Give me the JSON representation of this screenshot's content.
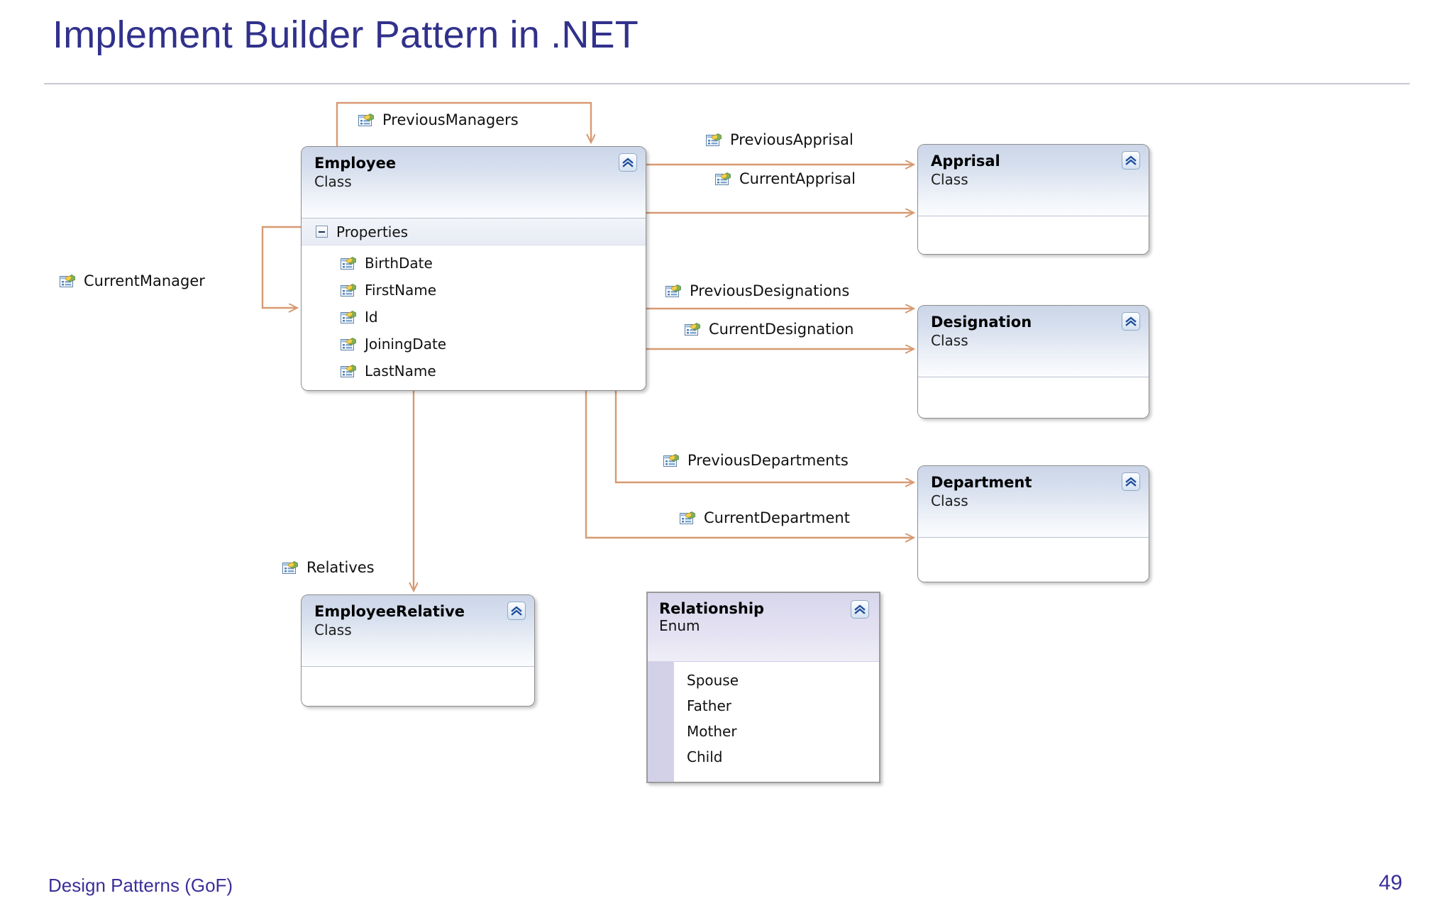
{
  "slide": {
    "title": "Implement Builder Pattern in .NET",
    "footer_text": "Design Patterns (GoF)",
    "slide_number": "49",
    "title_color": "#31318c",
    "footer_color": "#3b2f99",
    "connector_color": "#d79a72",
    "background": "#ffffff"
  },
  "classes": {
    "employee": {
      "name": "Employee",
      "kind": "Class",
      "section_label": "Properties",
      "members": [
        {
          "name": "BirthDate",
          "icon": "property-icon"
        },
        {
          "name": "FirstName",
          "icon": "property-icon"
        },
        {
          "name": "Id",
          "icon": "property-icon"
        },
        {
          "name": "JoiningDate",
          "icon": "property-icon"
        },
        {
          "name": "LastName",
          "icon": "property-icon"
        }
      ]
    },
    "apprisal": {
      "name": "Apprisal",
      "kind": "Class"
    },
    "designation": {
      "name": "Designation",
      "kind": "Class"
    },
    "department": {
      "name": "Department",
      "kind": "Class"
    },
    "emprelative": {
      "name": "EmployeeRelative",
      "kind": "Class"
    },
    "relationship": {
      "name": "Relationship",
      "kind": "Enum",
      "items": [
        "Spouse",
        "Father",
        "Mother",
        "Child"
      ]
    }
  },
  "associations": [
    {
      "id": "previous-managers",
      "label": "PreviousManagers",
      "icon": "property-icon"
    },
    {
      "id": "previous-apprisal",
      "label": "PreviousApprisal",
      "icon": "property-icon"
    },
    {
      "id": "current-apprisal",
      "label": "CurrentApprisal",
      "icon": "property-icon"
    },
    {
      "id": "current-manager",
      "label": "CurrentManager",
      "icon": "property-icon"
    },
    {
      "id": "previous-designations",
      "label": "PreviousDesignations",
      "icon": "property-icon"
    },
    {
      "id": "current-designation",
      "label": "CurrentDesignation",
      "icon": "property-icon"
    },
    {
      "id": "previous-departments",
      "label": "PreviousDepartments",
      "icon": "property-icon"
    },
    {
      "id": "current-department",
      "label": "CurrentDepartment",
      "icon": "property-icon"
    },
    {
      "id": "relatives",
      "label": "Relatives",
      "icon": "property-icon"
    }
  ],
  "icons": {
    "collapse": "chevron-double-up-icon",
    "expander": "collapse-minus-icon",
    "property": "property-icon"
  }
}
